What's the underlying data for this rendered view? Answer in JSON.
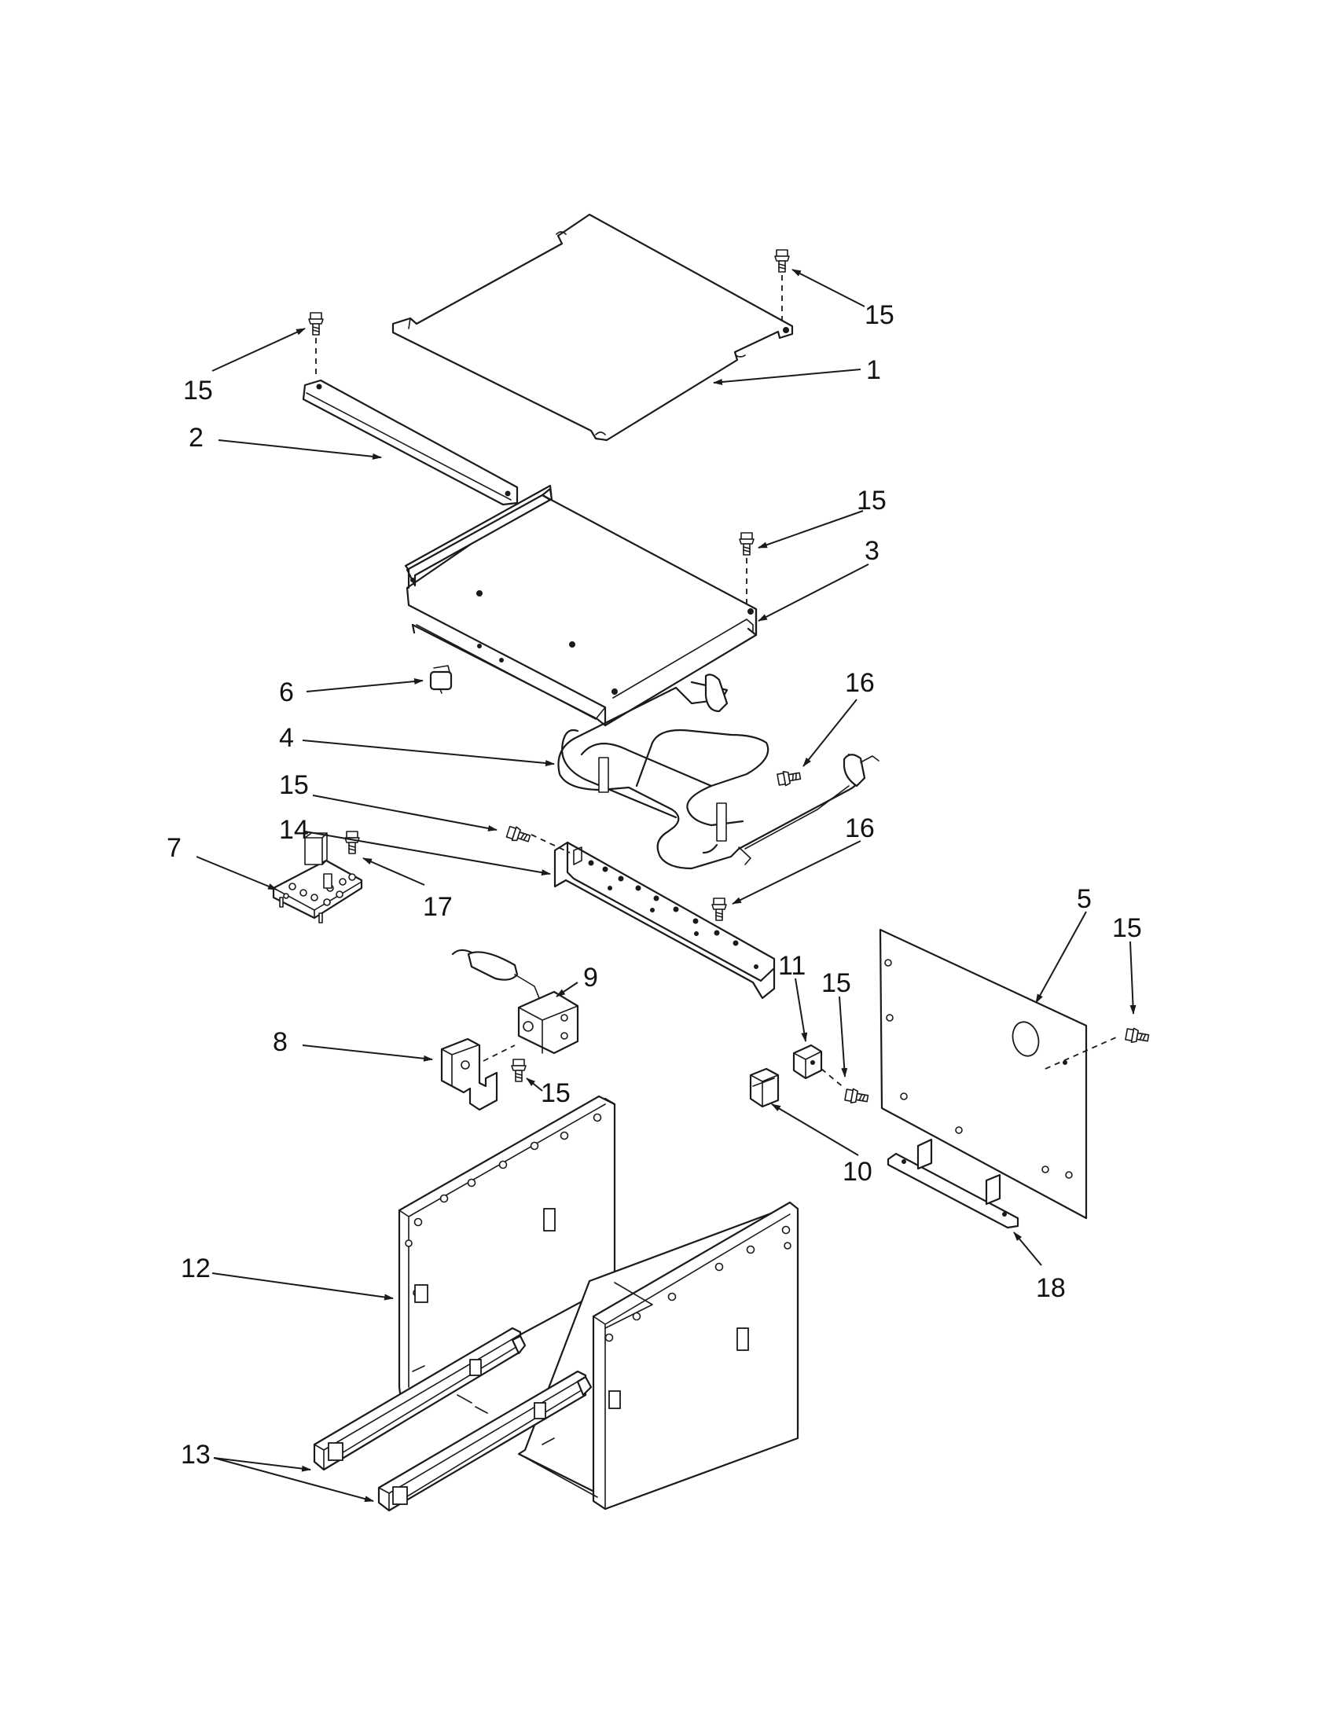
{
  "diagram": {
    "callouts": [
      {
        "id": "c1",
        "text": "1"
      },
      {
        "id": "c2",
        "text": "2"
      },
      {
        "id": "c3",
        "text": "3"
      },
      {
        "id": "c4",
        "text": "4"
      },
      {
        "id": "c5",
        "text": "5"
      },
      {
        "id": "c6",
        "text": "6"
      },
      {
        "id": "c7",
        "text": "7"
      },
      {
        "id": "c8",
        "text": "8"
      },
      {
        "id": "c9",
        "text": "9"
      },
      {
        "id": "c10",
        "text": "10"
      },
      {
        "id": "c11",
        "text": "11"
      },
      {
        "id": "c12",
        "text": "12"
      },
      {
        "id": "c13",
        "text": "13"
      },
      {
        "id": "c14",
        "text": "14"
      },
      {
        "id": "c15a",
        "text": "15"
      },
      {
        "id": "c15b",
        "text": "15"
      },
      {
        "id": "c15c",
        "text": "15"
      },
      {
        "id": "c15d",
        "text": "15"
      },
      {
        "id": "c15e",
        "text": "15"
      },
      {
        "id": "c15f",
        "text": "15"
      },
      {
        "id": "c15g",
        "text": "15"
      },
      {
        "id": "c16a",
        "text": "16"
      },
      {
        "id": "c16b",
        "text": "16"
      },
      {
        "id": "c17",
        "text": "17"
      },
      {
        "id": "c18",
        "text": "18"
      }
    ]
  }
}
